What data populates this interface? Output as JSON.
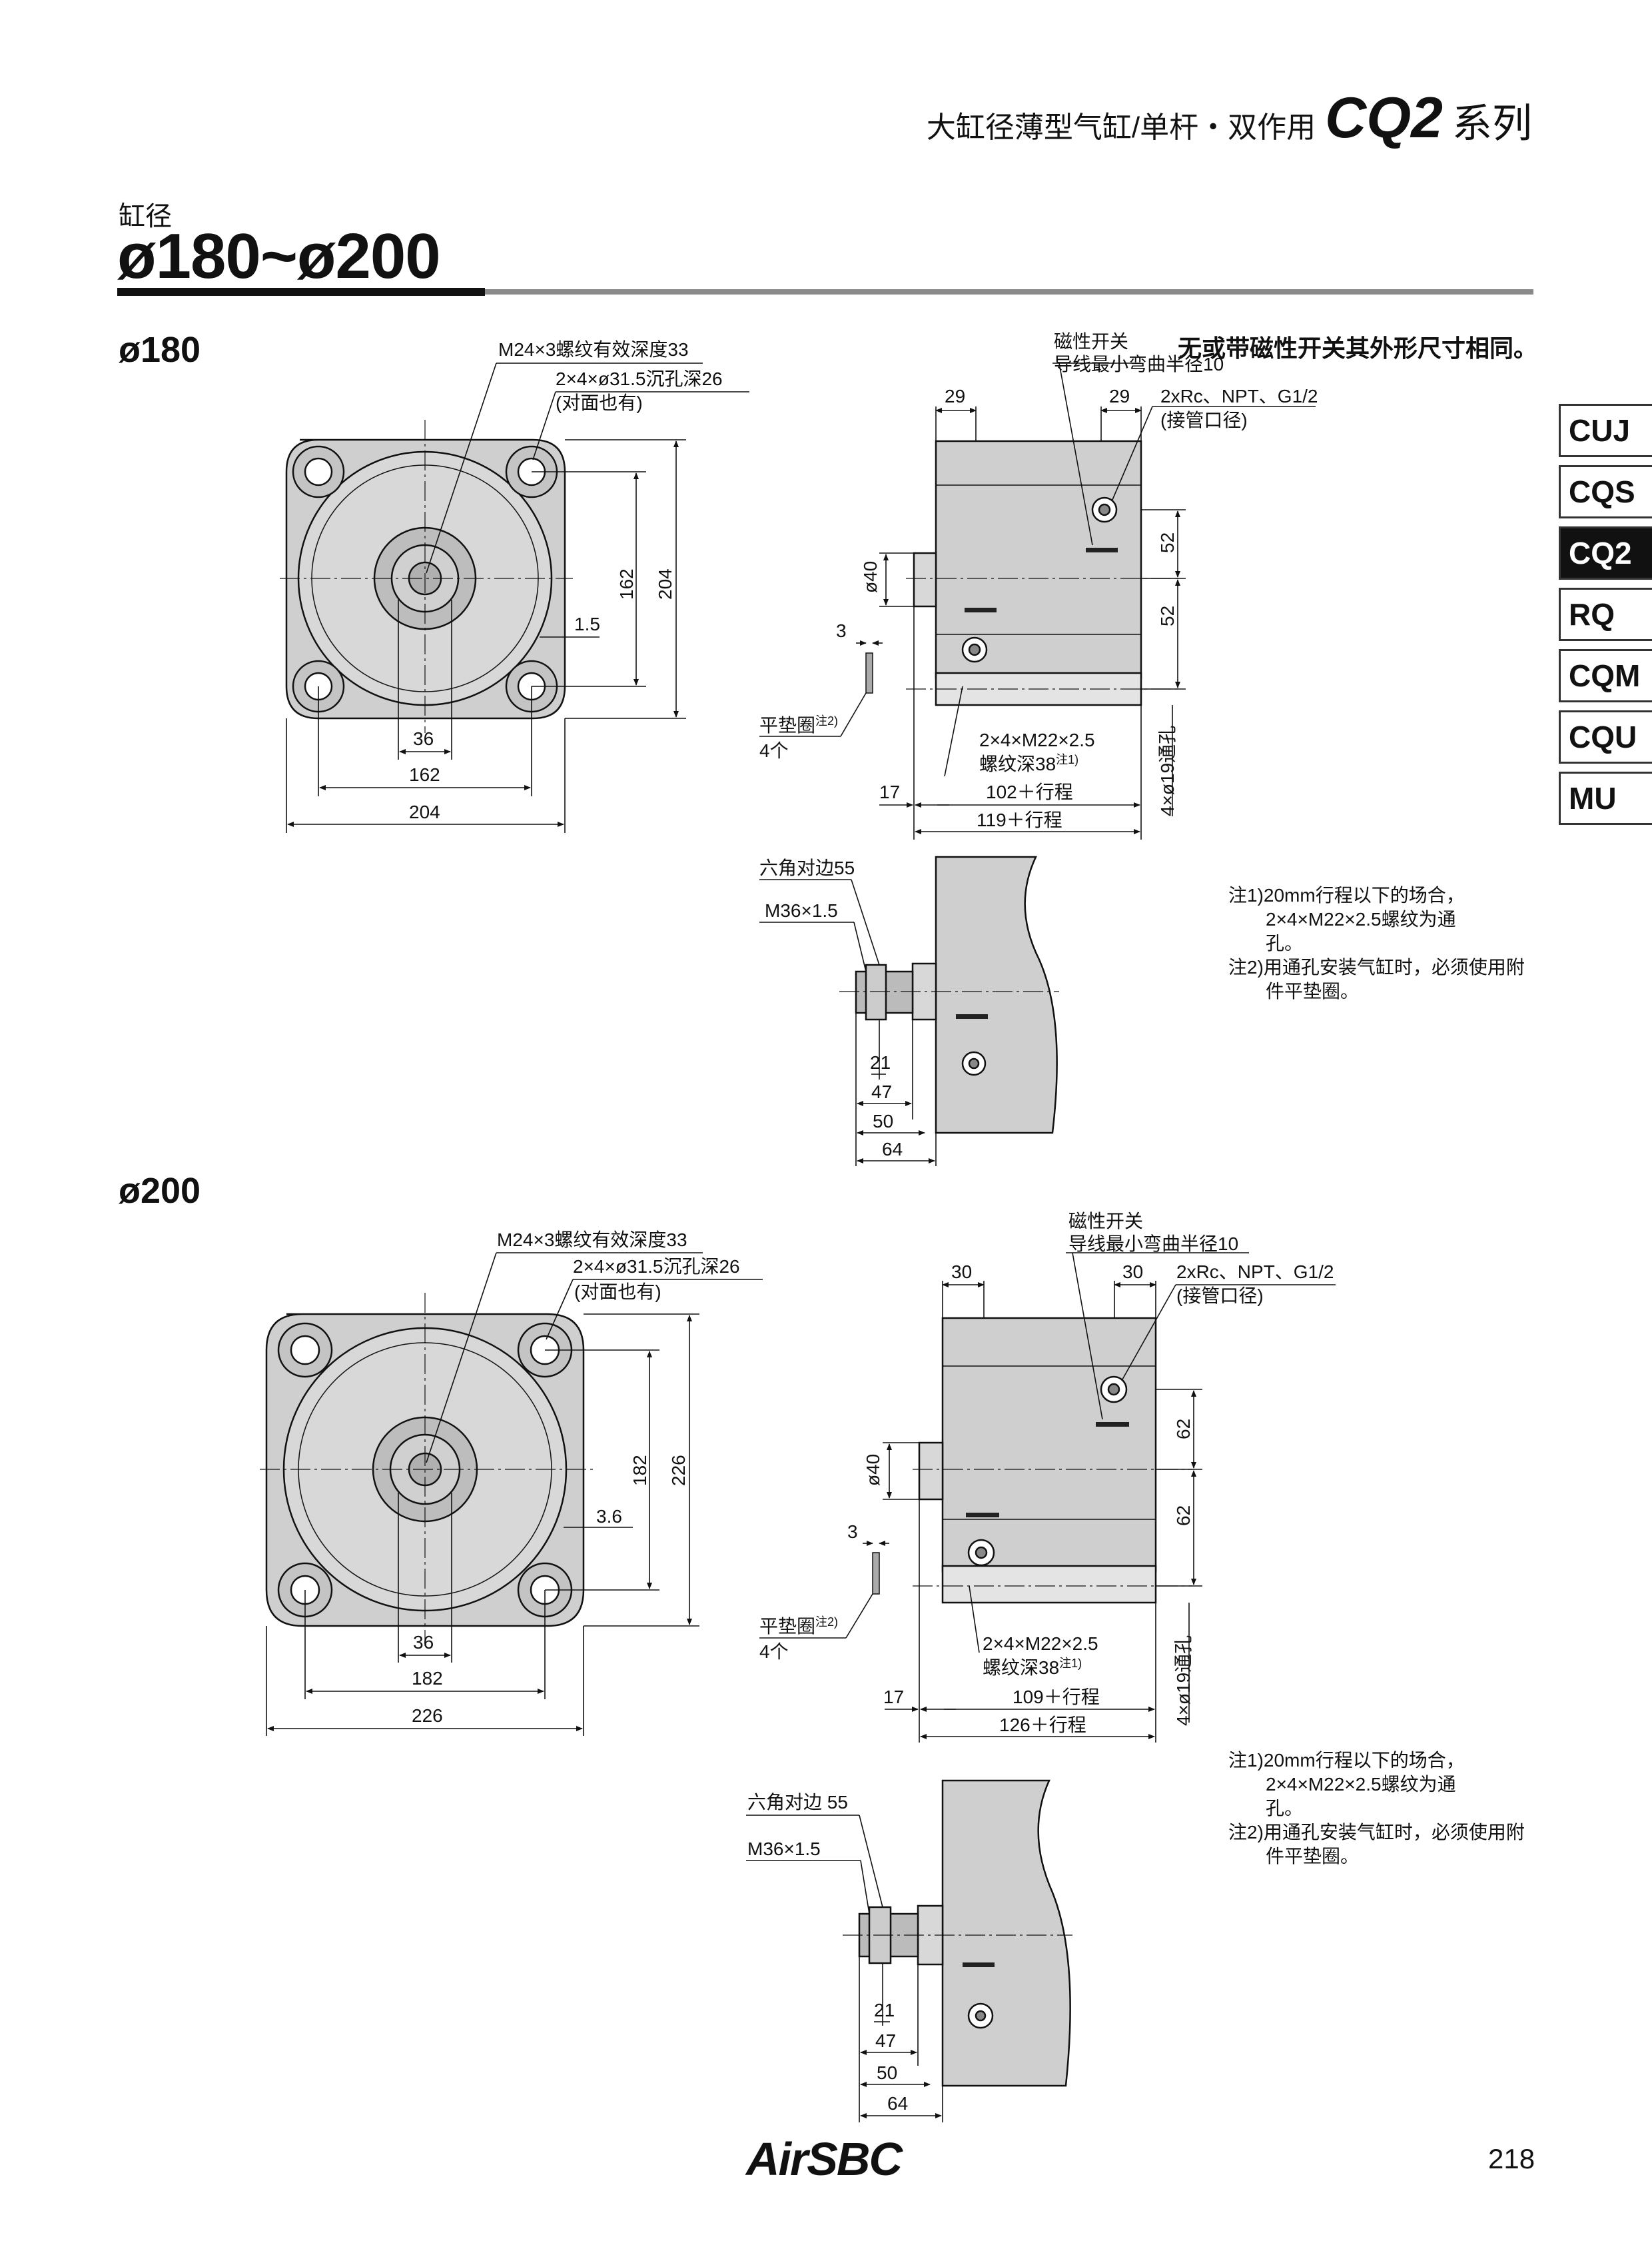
{
  "header": {
    "title_cn": "大缸径薄型气缸/单杆・双作用",
    "series": "CQ2",
    "series_suffix": "系列"
  },
  "bore": {
    "label": "缸径",
    "range": "ø180~ø200"
  },
  "sidebar": {
    "tabs": [
      "CUJ",
      "CQS",
      "CQ2",
      "RQ",
      "CQM",
      "CQU",
      "MU"
    ],
    "active": "CQ2"
  },
  "note_same_dims": "无或带磁性开关其外形尺寸相同。",
  "d180": {
    "label": "ø180",
    "front": {
      "thread_note": "M24×3螺纹有效深度33",
      "counterbore_note": "2×4×ø31.5沉孔深26",
      "opposite_note": "(对面也有)",
      "dim_162v": "162",
      "dim_204v": "204",
      "dim_1_5": "1.5",
      "dim_36": "36",
      "dim_162h": "162",
      "dim_204h": "204"
    },
    "side": {
      "switch": "磁性开关",
      "switch_radius": "导线最小弯曲半径10",
      "dim_29a": "29",
      "dim_29b": "29",
      "port": "2xRc、NPT、G1/2",
      "port_note": "(接管口径)",
      "dim_52a": "52",
      "dim_52b": "52",
      "dim_o40": "ø40",
      "dim_3": "3",
      "washer": "平垫圈",
      "washer_sup": "注2)",
      "washer_qty": "4个",
      "thread2": "2×4×M22×2.5",
      "thread2_depth": "螺纹深38",
      "thread2_sup": "注1)",
      "through": "4×ø19通孔",
      "dim_17": "17",
      "dim_102": "102＋行程",
      "dim_119": "119＋行程"
    },
    "rod": {
      "hex": "六角对边55",
      "thread": "M36×1.5",
      "dim_21": "21",
      "dim_47": "47",
      "dim_50": "50",
      "dim_64": "64"
    },
    "notes": [
      "注1)20mm行程以下的场合，",
      "2×4×M22×2.5螺纹为通",
      "孔。",
      "注2)用通孔安装气缸时，必须使用附",
      "件平垫圈。"
    ]
  },
  "d200": {
    "label": "ø200",
    "front": {
      "thread_note": "M24×3螺纹有效深度33",
      "counterbore_note": "2×4×ø31.5沉孔深26",
      "opposite_note": "(对面也有)",
      "dim_182v": "182",
      "dim_226v": "226",
      "dim_3_6": "3.6",
      "dim_36": "36",
      "dim_182h": "182",
      "dim_226h": "226"
    },
    "side": {
      "switch": "磁性开关",
      "switch_radius": "导线最小弯曲半径10",
      "dim_30a": "30",
      "dim_30b": "30",
      "port": "2xRc、NPT、G1/2",
      "port_note": "(接管口径)",
      "dim_62a": "62",
      "dim_62b": "62",
      "dim_o40": "ø40",
      "dim_3": "3",
      "washer": "平垫圈",
      "washer_sup": "注2)",
      "washer_qty": "4个",
      "thread2": "2×4×M22×2.5",
      "thread2_depth": "螺纹深38",
      "thread2_sup": "注1)",
      "through": "4×ø19通孔",
      "dim_17": "17",
      "dim_109": "109＋行程",
      "dim_126": "126＋行程"
    },
    "rod": {
      "hex": "六角对边 55",
      "thread": "M36×1.5",
      "dim_21": "21",
      "dim_47": "47",
      "dim_50": "50",
      "dim_64": "64"
    },
    "notes": [
      "注1)20mm行程以下的场合，",
      "2×4×M22×2.5螺纹为通",
      "孔。",
      "注2)用通孔安装气缸时，必须使用附",
      "件平垫圈。"
    ]
  },
  "footer": {
    "logo": "AirSBC",
    "page": "218"
  }
}
